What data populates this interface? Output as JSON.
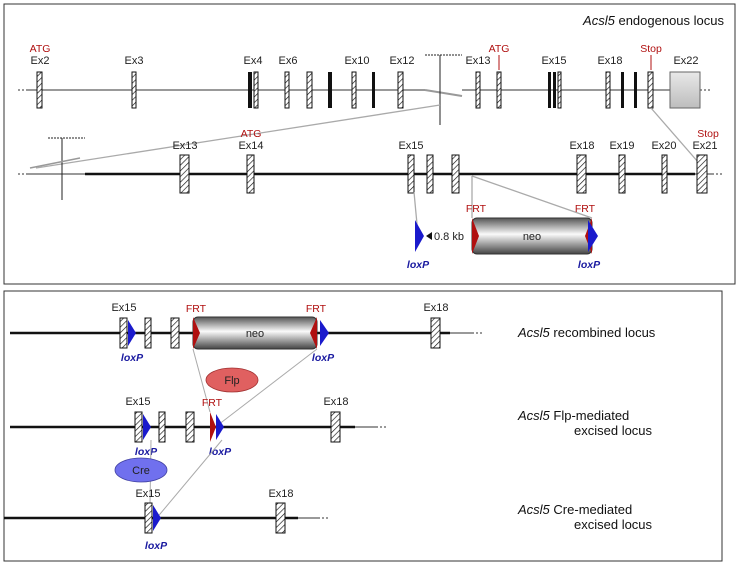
{
  "top": {
    "title_gene": "Acsl5",
    "title_rest": "endogenous locus",
    "exons_row1": [
      "Ex2",
      "Ex3",
      "Ex4",
      "Ex6",
      "Ex10",
      "Ex12",
      "Ex13",
      "Ex15",
      "Ex18",
      "Ex22"
    ],
    "atg": "ATG",
    "stop": "Stop",
    "exons_row2": [
      "Ex13",
      "Ex14",
      "Ex15",
      "Ex18",
      "Ex19",
      "Ex20",
      "Ex21"
    ],
    "frt": "FRT",
    "neo": "neo",
    "loxp": "loxP",
    "distance": "0.8 kb"
  },
  "bottom": {
    "recombined": {
      "gene": "Acsl5",
      "label": "recombined locus",
      "ex15": "Ex15",
      "ex18": "Ex18"
    },
    "flp": {
      "gene": "Acsl5",
      "label_line1": "Flp-mediated",
      "label_line2": "excised locus",
      "enzyme": "Flp",
      "ex15": "Ex15",
      "ex18": "Ex18"
    },
    "cre": {
      "gene": "Acsl5",
      "label_line1": "Cre-mediated",
      "label_line2": "excised locus",
      "enzyme": "Cre",
      "ex15": "Ex15",
      "ex18": "Ex18"
    },
    "frt": "FRT",
    "neo": "neo",
    "loxp": "loxP"
  },
  "colors": {
    "frt_red": "#b01010",
    "loxp_blue": "#1a1acc",
    "flp_fill": "#e06060",
    "cre_fill": "#7070ee"
  }
}
